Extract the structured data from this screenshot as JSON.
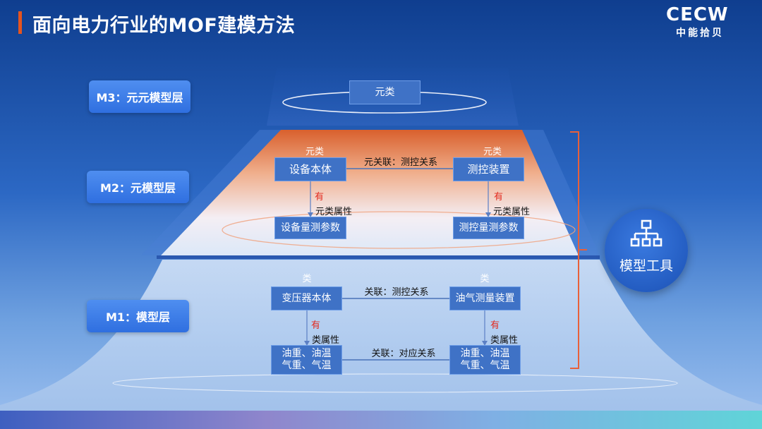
{
  "header": {
    "title": "面向电力行业的MOF建模方法",
    "logo_text": "CECW",
    "logo_subtitle": "中能拾贝"
  },
  "layers": {
    "m3": "M3：元元模型层",
    "m2": "M2：元模型层",
    "m1": "M1：模型层"
  },
  "m3": {
    "box": "元类"
  },
  "m2": {
    "left_type": "元类",
    "right_type": "元类",
    "left_box": "设备本体",
    "right_box": "测控装置",
    "relation": "元关联：测控关系",
    "left_has": "有",
    "right_has": "有",
    "left_attr_label": "元类属性",
    "right_attr_label": "元类属性",
    "left_attr_box": "设备量测参数",
    "right_attr_box": "测控量测参数"
  },
  "m1": {
    "left_type": "类",
    "right_type": "类",
    "left_box": "变压器本体",
    "right_box": "油气测量装置",
    "relation": "关联：测控关系",
    "left_has": "有",
    "right_has": "有",
    "left_attr_label": "类属性",
    "right_attr_label": "类属性",
    "left_attr_box": "油重、油温\n气重、气温",
    "right_attr_box": "油重、油温\n气重、气温",
    "bottom_relation": "关联：对应关系"
  },
  "tool": {
    "label": "模型工具",
    "icon": "hierarchy-icon"
  },
  "colors": {
    "accent": "#e5541f",
    "box_fill": "#3f72c6",
    "has_text": "#e32b1f",
    "bracket": "#e8603a"
  }
}
